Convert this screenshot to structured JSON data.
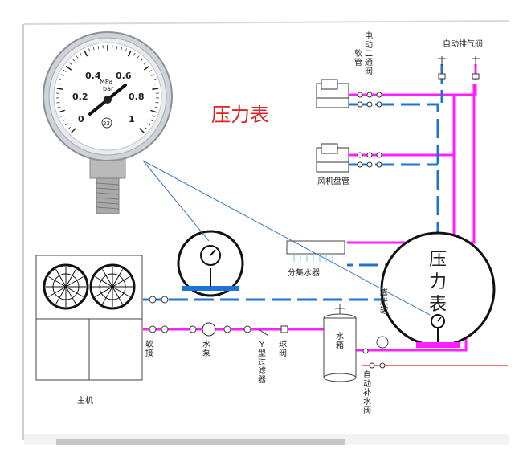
{
  "colors": {
    "supply": "#ff1fff",
    "return": "#1e73d6",
    "makeup": "#ff6b6b",
    "accent_title": "#e02020",
    "callout_line": "#3a78c8",
    "water": "#1e73d6"
  },
  "title": "压力表",
  "gauge": {
    "unit": "MPa",
    "unit_sub": "bar",
    "scale": [
      "0",
      "0.2",
      "0.4",
      "0.6",
      "0.8",
      "1"
    ],
    "badge": "23"
  },
  "zoom_label": "压力表",
  "labels": {
    "valve_top": "电动二通阀",
    "soft_pipe_top": "软管",
    "auto_air_vent": "自动排气阀",
    "fan_coil": "风机盘管",
    "manifold": "分集水器",
    "expansion_tank": "膨胀罐",
    "water_tank": "水箱",
    "auto_makeup_valve": "自动补水阀",
    "main_unit": "主机",
    "soft_joint": "软接",
    "pump": "水泵",
    "y_filter": "Y型过滤器",
    "ball_valve": "球阀"
  }
}
